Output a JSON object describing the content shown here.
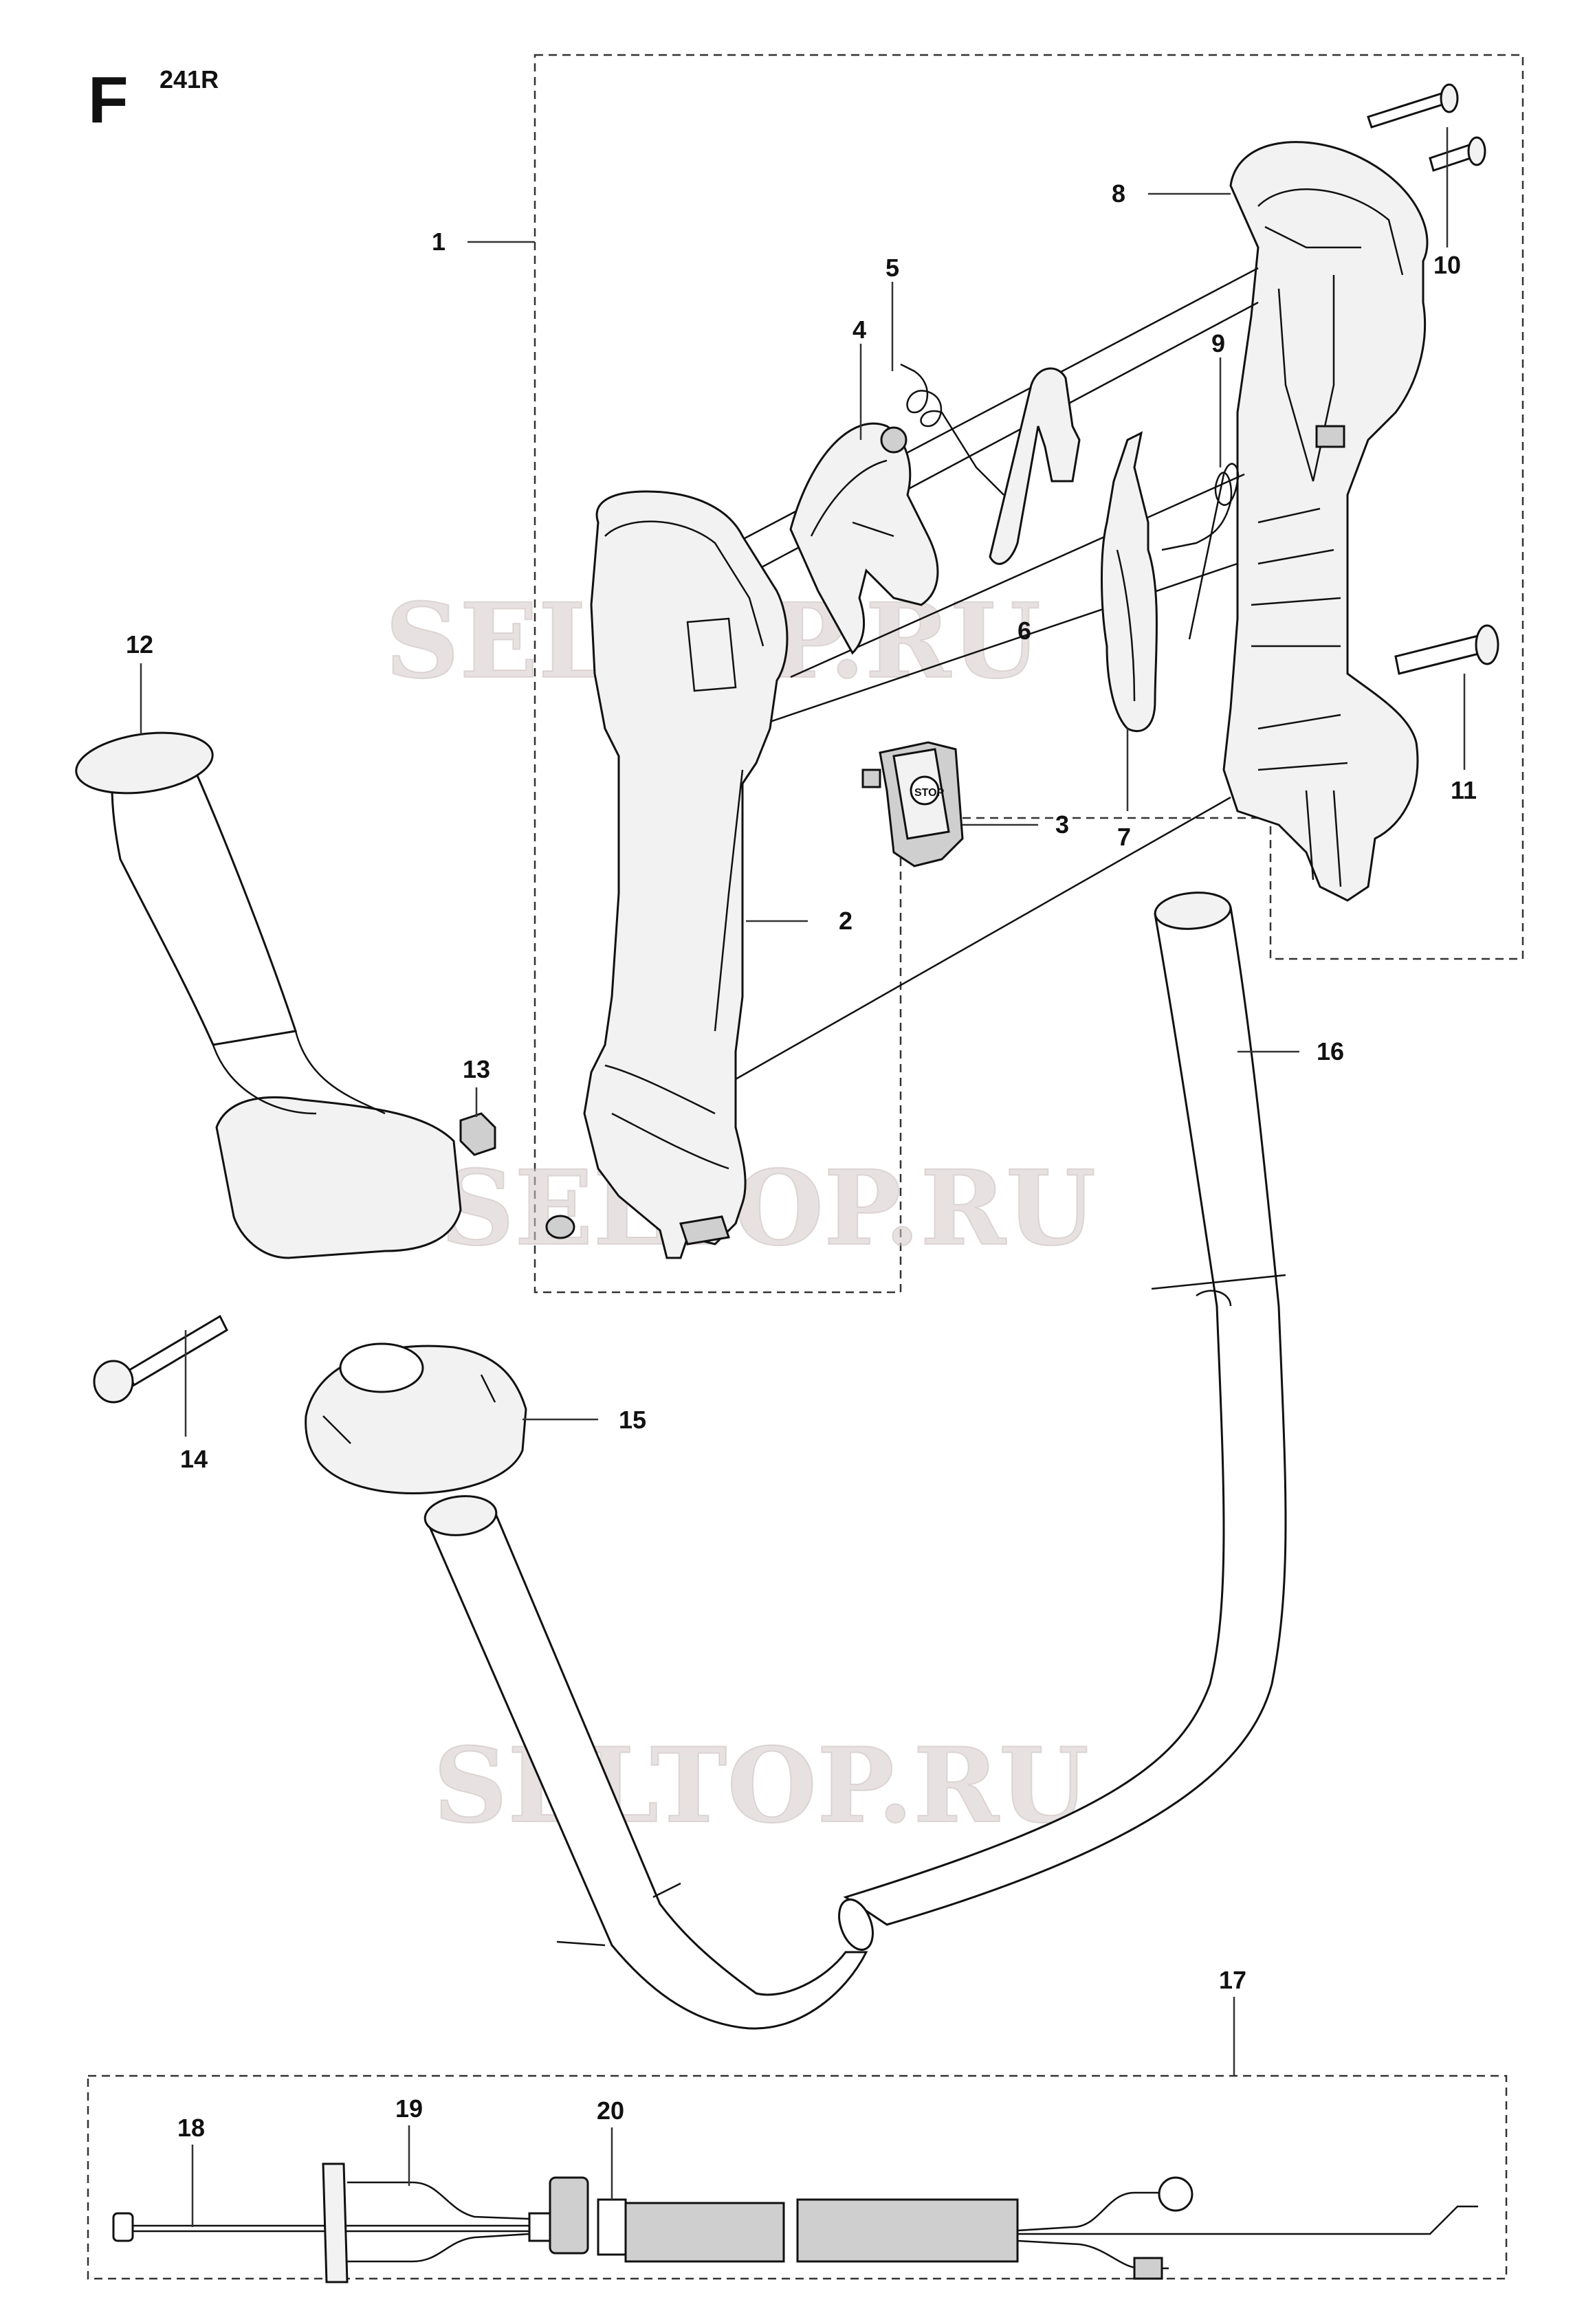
{
  "header": {
    "section_letter": "F",
    "model": "241R"
  },
  "watermark": {
    "text": "SELTOP.RU"
  },
  "callouts": [
    "1",
    "2",
    "3",
    "4",
    "5",
    "6",
    "7",
    "8",
    "9",
    "10",
    "11",
    "12",
    "13",
    "14",
    "15",
    "16",
    "17",
    "18",
    "19",
    "20"
  ],
  "switch_label": "STOP"
}
